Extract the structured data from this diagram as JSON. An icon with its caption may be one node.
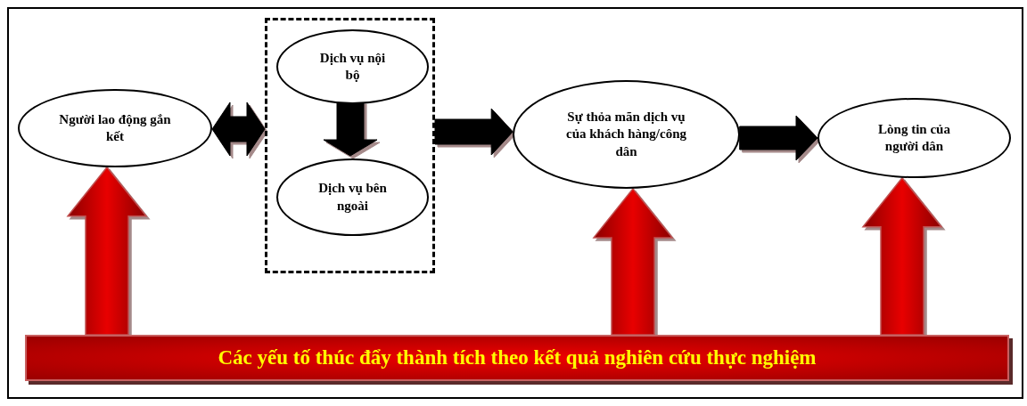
{
  "diagram": {
    "nodes": [
      {
        "text": [
          "Người lao động gắn kết"
        ]
      },
      {
        "text": [],
        "shape": "box"
      },
      {
        "text": [
          "Dịch vụ nội bộ"
        ],
        "in": 1
      },
      {
        "text": [
          "Dịch vụ bên ngoài"
        ],
        "in": 1
      },
      {
        "text": [
          "Sự thỏa mãn dịch vụ của khách hàng/công dân"
        ]
      },
      {
        "text": [
          "Lòng tin của người dân"
        ]
      },
      {
        "text": [
          "Các yếu tố thúc đẩy thành tích theo kết quả nghiên cứu thực nghiệm"
        ]
      }
    ],
    "edges": [
      {
        "from": 0,
        "to": 1,
        "arrow": "both",
        "style": "thick"
      },
      {
        "from": 2,
        "to": 3,
        "arrow": "to",
        "style": "thick"
      },
      {
        "from": 1,
        "to": 4,
        "arrow": "to",
        "style": "thick"
      },
      {
        "from": 4,
        "to": 5,
        "arrow": "to",
        "style": "thick"
      },
      {
        "from": 6,
        "to": 0,
        "arrow": "to",
        "style": "thick",
        "color": "#e80000"
      },
      {
        "from": 6,
        "to": 4,
        "arrow": "to",
        "style": "thick",
        "color": "#e80000"
      },
      {
        "from": 6,
        "to": 5,
        "arrow": "to",
        "style": "thick",
        "color": "#e80000"
      }
    ]
  }
}
